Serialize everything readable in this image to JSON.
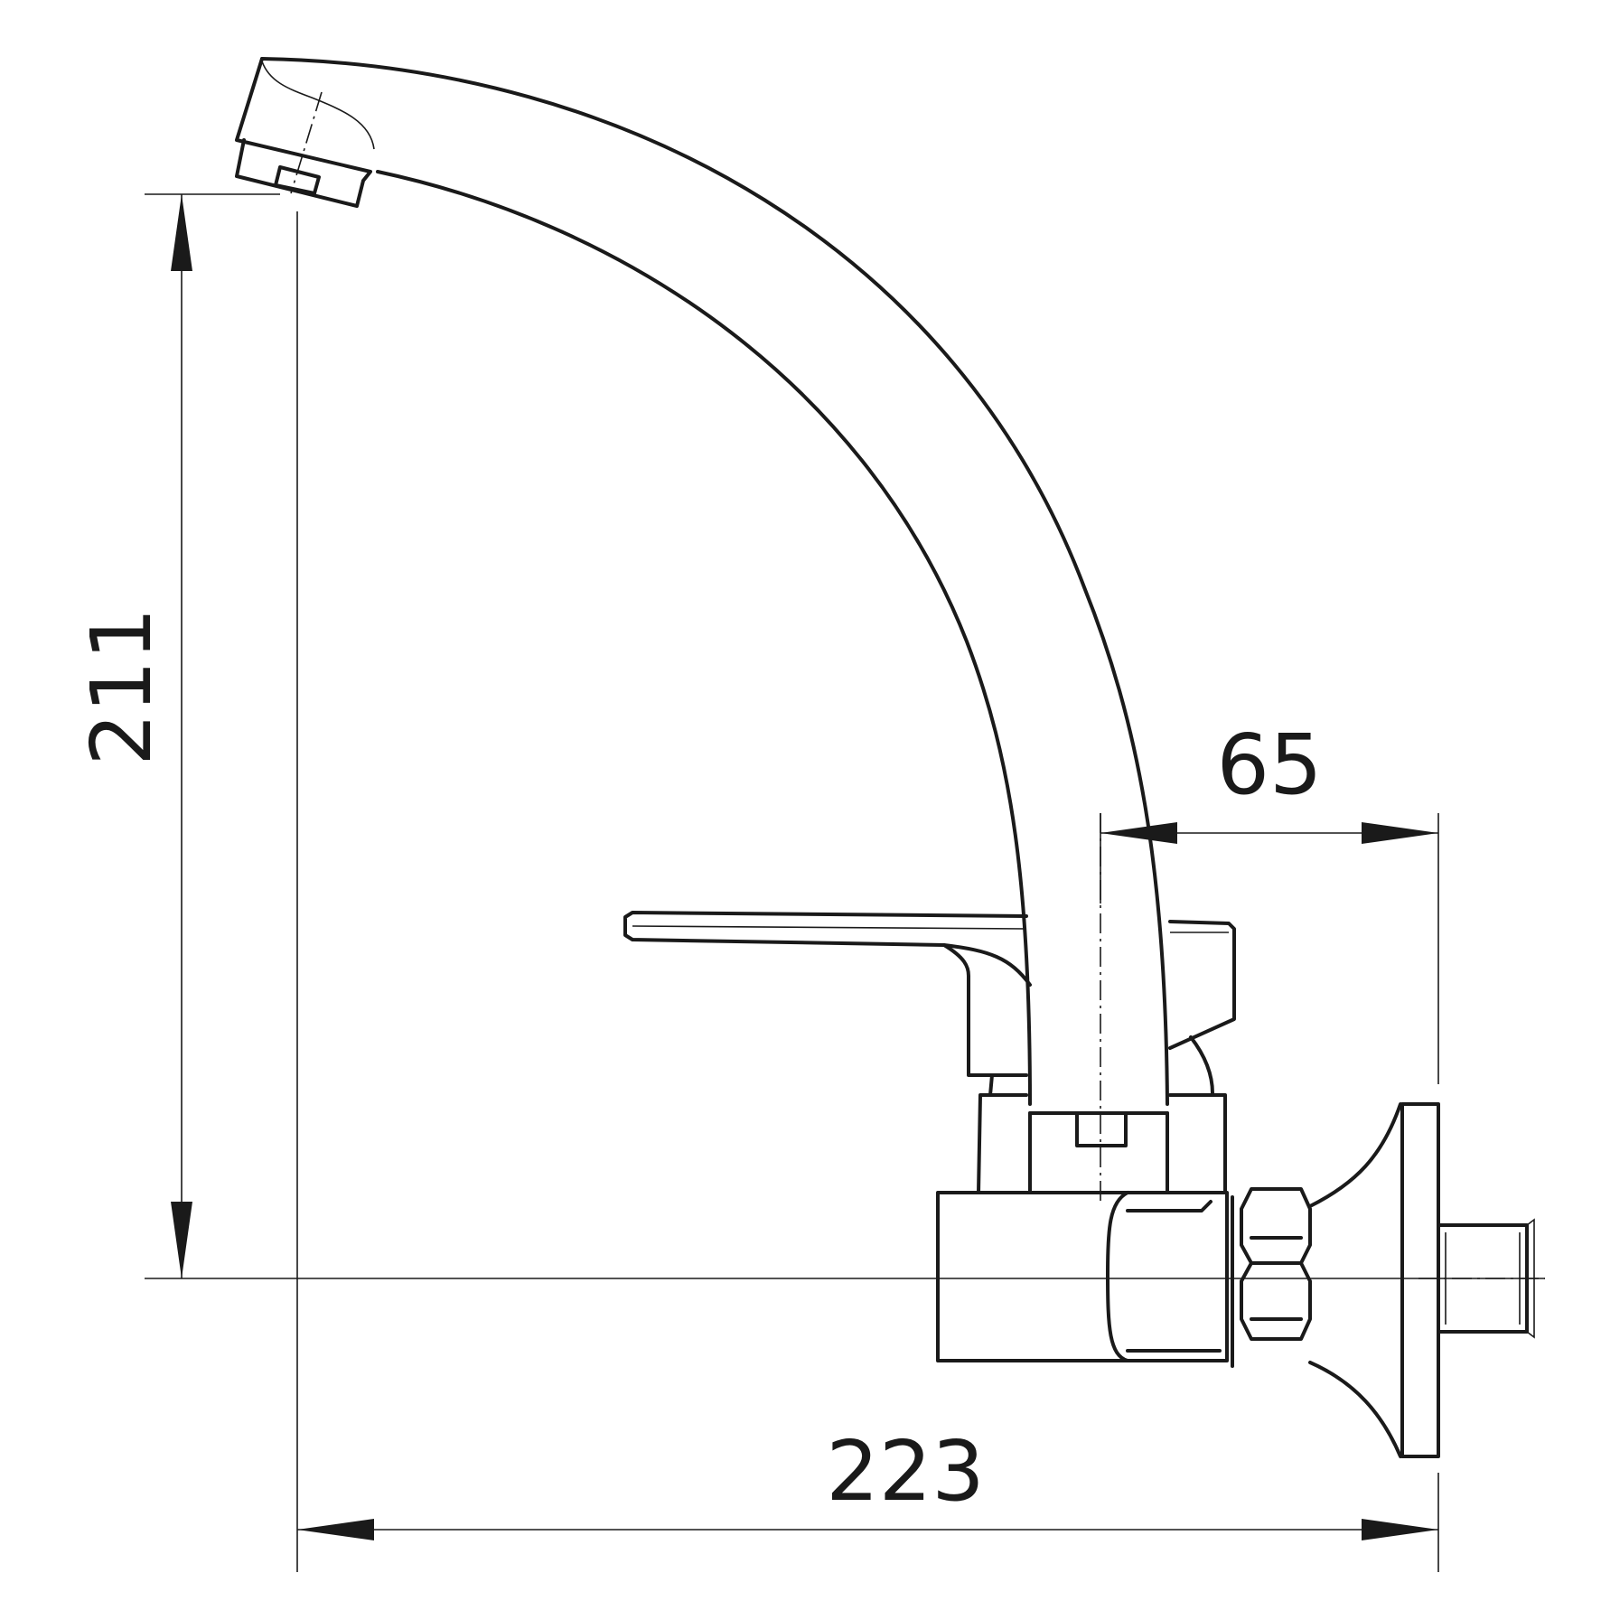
{
  "dimensions": {
    "height": "211",
    "reach": "223",
    "depth": "65"
  },
  "colors": {
    "line": "#1a1a1a",
    "background": "#ffffff"
  }
}
